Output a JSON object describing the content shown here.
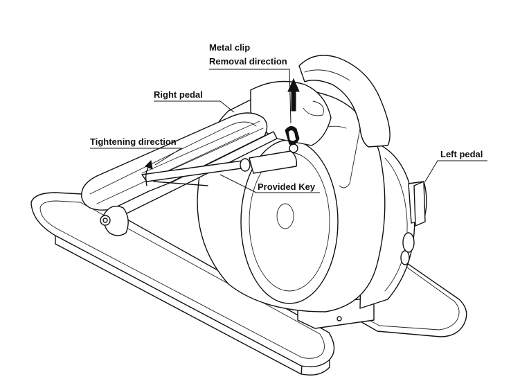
{
  "diagram": {
    "labels": {
      "metal_clip": "Metal clip",
      "removal_direction": "Removal direction",
      "right_pedal": "Right pedal",
      "tightening_direction": "Tightening direction",
      "left_pedal": "Left pedal",
      "provided_key": "Provided Key"
    },
    "colors": {
      "line": "#111111",
      "background": "#ffffff"
    }
  }
}
